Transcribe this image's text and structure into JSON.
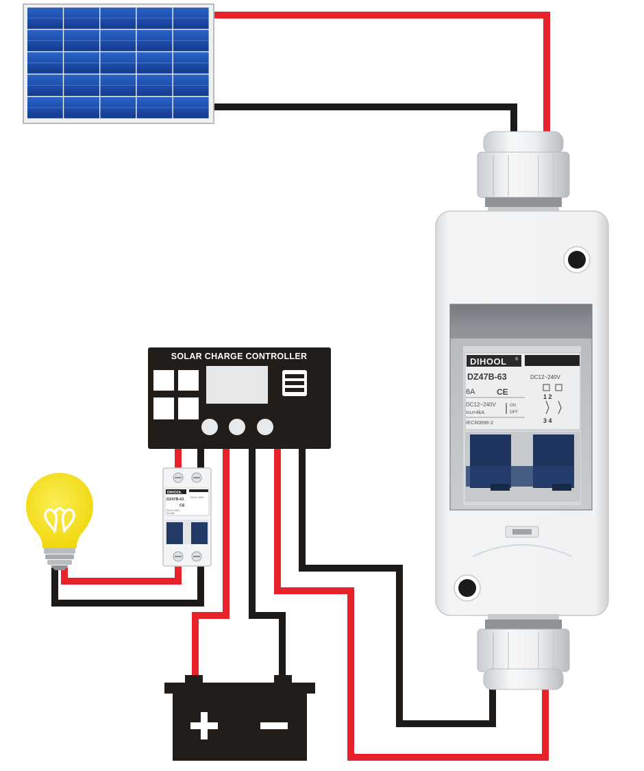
{
  "controller": {
    "title": "SOLAR CHARGE CONTROLLER"
  },
  "box_breaker": {
    "brand": "DIHOOL",
    "reg_mark": "®",
    "model": "DZ47B-63",
    "rating": "6A",
    "ce_mark": "CE",
    "voltage": "DC12~240V",
    "voltage_top": "DC12~240V",
    "icu": "Icu=4kA",
    "on": "ON",
    "off": "OFF",
    "standard": "IEC60898-2",
    "terminal_top": "1  2",
    "terminal_bottom": "3  4"
  },
  "small_breaker": {
    "brand": "DIHOOL",
    "model": "DZ47B-63",
    "ce_mark": "CE",
    "voltage": "DC12~240V",
    "icu": "Icu=4kA",
    "voltage_top": "DC12~240V"
  },
  "battery": {
    "positive": "+",
    "negative": "−"
  },
  "colors": {
    "positive_wire": "#e8222a",
    "negative_wire": "#1e1a17",
    "panel_cell": "#1d4fb0",
    "controller_body": "#231d1a",
    "bulb": "#f7e221",
    "breaker_handle": "#233a66"
  }
}
